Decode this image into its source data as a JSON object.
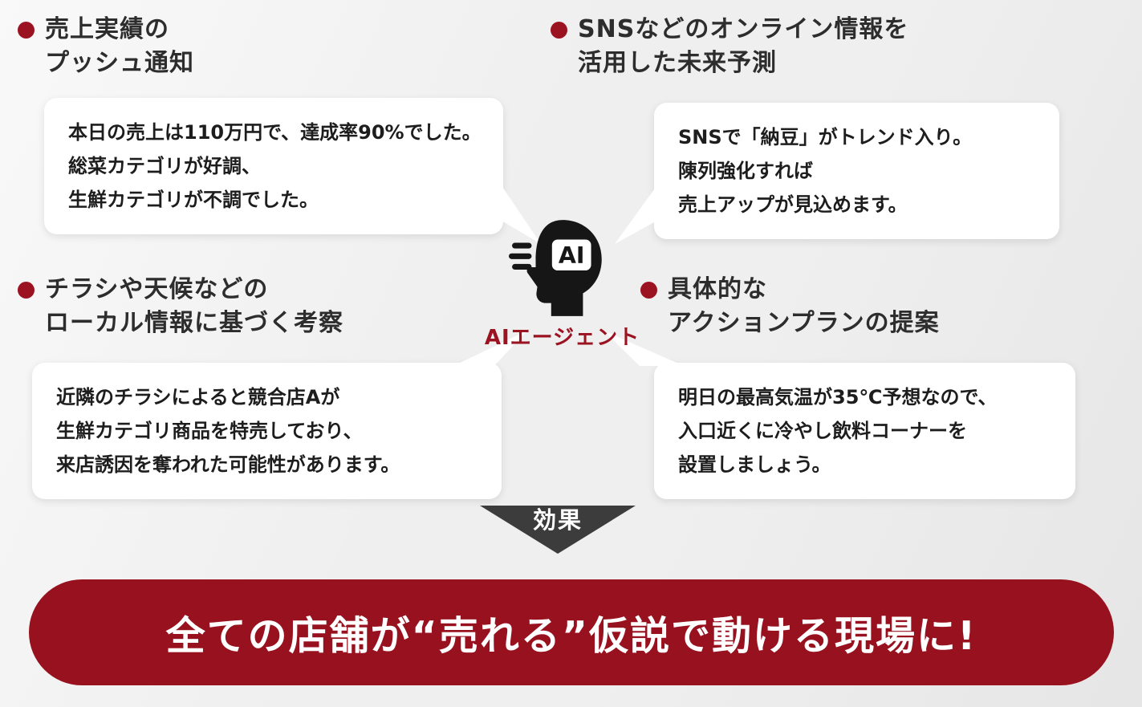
{
  "colors": {
    "accent_red": "#9b1220",
    "banner_bg": "#98111e",
    "arrow_gray": "#3c3c3c",
    "bubble_bg": "#ffffff",
    "background": "#efefef",
    "heading_text": "#2d2d2d"
  },
  "sections": {
    "top_left": {
      "heading_lines": [
        "売上実績の",
        "プッシュ通知"
      ],
      "bubble_lines": [
        "本日の売上は110万円で、達成率90%でした。",
        "総菜カテゴリが好調、",
        "生鮮カテゴリが不調でした。"
      ]
    },
    "top_right": {
      "heading_lines": [
        "SNSなどのオンライン情報を",
        "活用した未来予測"
      ],
      "bubble_lines": [
        "SNSで「納豆」がトレンド入り。",
        "陳列強化すれば",
        "売上アップが見込めます。"
      ]
    },
    "bottom_left": {
      "heading_lines": [
        "チラシや天候などの",
        "ローカル情報に基づく考察"
      ],
      "bubble_lines": [
        "近隣のチラシによると競合店Aが",
        "生鮮カテゴリ商品を特売しており、",
        "来店誘因を奪われた可能性があります。"
      ]
    },
    "bottom_right": {
      "heading_lines": [
        "具体的な",
        "アクションプランの提案"
      ],
      "bubble_lines": [
        "明日の最高気温が35℃予想なので、",
        "入口近くに冷やし飲料コーナーを",
        "設置しましょう。"
      ]
    }
  },
  "center": {
    "icon_text": "AI",
    "label": "AIエージェント"
  },
  "arrow": {
    "label": "効果"
  },
  "banner": {
    "text": "全ての店舗が“売れる”仮説で動ける現場に!"
  }
}
